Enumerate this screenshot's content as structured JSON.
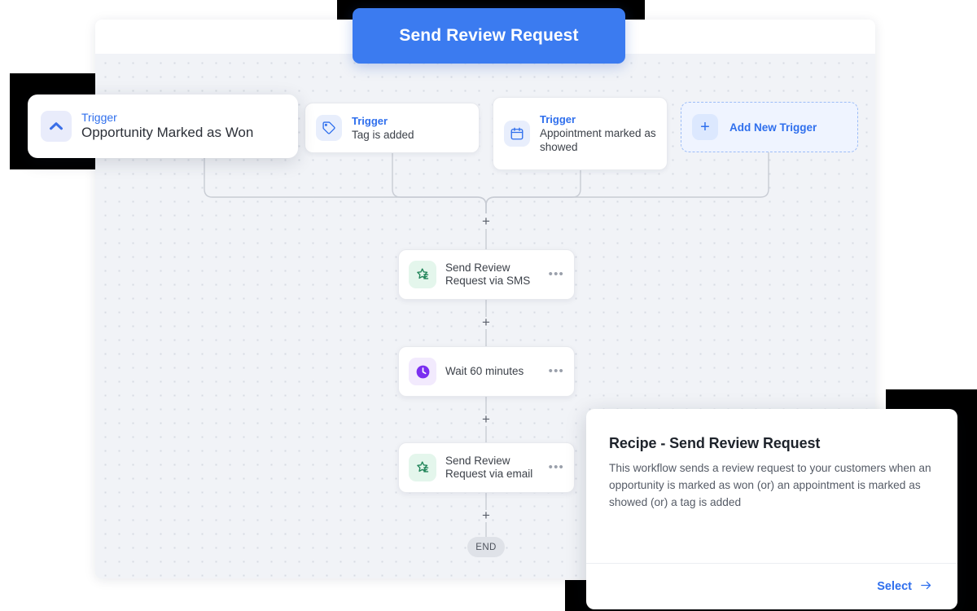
{
  "header": {
    "send_button_label": "Send Review Request"
  },
  "canvas": {
    "triggers": [
      {
        "kind_label": "Trigger",
        "name": "Opportunity Marked as Won",
        "icon": "chevron-up-icon"
      },
      {
        "kind_label": "Trigger",
        "name": "Tag is added",
        "icon": "tag-icon"
      },
      {
        "kind_label": "Trigger",
        "name": "Appointment marked as showed",
        "icon": "calendar-icon"
      }
    ],
    "add_trigger": {
      "label": "Add New Trigger",
      "icon": "plus-icon"
    },
    "actions": [
      {
        "label": "Send Review Request via SMS",
        "icon": "review-star-icon",
        "menu": "•••"
      },
      {
        "label": "Wait 60 minutes",
        "icon": "clock-icon",
        "menu": "•••"
      },
      {
        "label": "Send Review Request via email",
        "icon": "review-star-icon",
        "menu": "•••"
      }
    ],
    "end_label": "END",
    "add_step_glyph": "+"
  },
  "recipe": {
    "title": "Recipe - Send Review Request",
    "description": "This workflow sends a review request to your customers when an opportunity is marked as won (or) an appointment is marked as showed (or) a tag is added",
    "select_label": "Select",
    "select_arrow": "→"
  },
  "colors": {
    "accent_blue": "#3b7bf0",
    "link_blue": "#2f6fed",
    "canvas_bg": "#f1f3f7",
    "grid_dot": "#d7dbe3",
    "connector": "#c8ccd4",
    "end_pill_bg": "#dfe2e8",
    "icon_lavender": "#e9ecfb",
    "icon_blue": "#e8eefc",
    "icon_green": "#e4f6ec",
    "icon_purple": "#f2eafd",
    "clock_purple": "#7b2ff0",
    "star_green": "#1f7a4d",
    "backdrop_black": "#000000"
  }
}
